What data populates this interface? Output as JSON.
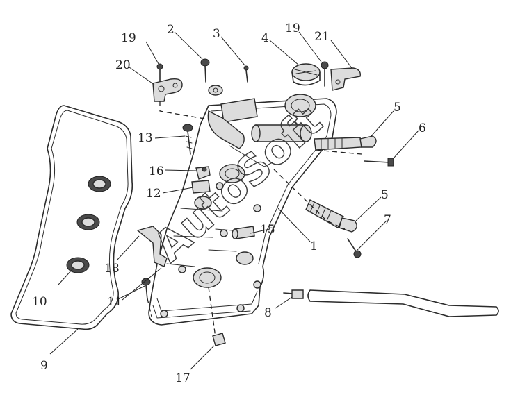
{
  "watermark": "AutoSoft",
  "callouts": [
    {
      "id": "c1",
      "text": "1"
    },
    {
      "id": "c2",
      "text": "2"
    },
    {
      "id": "c3",
      "text": "3"
    },
    {
      "id": "c4",
      "text": "4"
    },
    {
      "id": "c5a",
      "text": "5"
    },
    {
      "id": "c5b",
      "text": "5"
    },
    {
      "id": "c6",
      "text": "6"
    },
    {
      "id": "c7",
      "text": "7"
    },
    {
      "id": "c8",
      "text": "8"
    },
    {
      "id": "c9",
      "text": "9"
    },
    {
      "id": "c10",
      "text": "10"
    },
    {
      "id": "c11",
      "text": "11"
    },
    {
      "id": "c12",
      "text": "12"
    },
    {
      "id": "c13",
      "text": "13"
    },
    {
      "id": "c15",
      "text": "15"
    },
    {
      "id": "c16",
      "text": "16"
    },
    {
      "id": "c17",
      "text": "17"
    },
    {
      "id": "c18",
      "text": "18"
    },
    {
      "id": "c19a",
      "text": "19"
    },
    {
      "id": "c19b",
      "text": "19"
    },
    {
      "id": "c20",
      "text": "20"
    },
    {
      "id": "c21",
      "text": "21"
    }
  ]
}
